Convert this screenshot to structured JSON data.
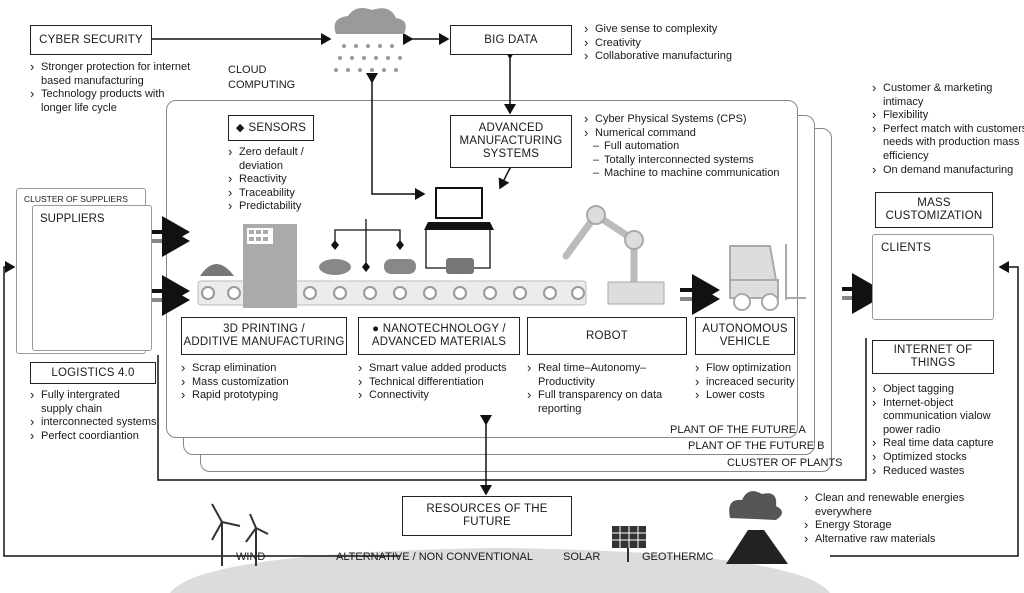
{
  "cyber_security": {
    "title": "CYBER SECURITY",
    "items": [
      "Stronger protection for internet",
      "based manufacturing",
      "Technology products with",
      "longer life cycle"
    ]
  },
  "cloud": {
    "label_1": "CLOUD",
    "label_2": "COMPUTING"
  },
  "big_data": {
    "title": "BIG DATA",
    "items": [
      "Give sense to complexity",
      "Creativity",
      "Collaborative manufacturing"
    ]
  },
  "customer": {
    "items": [
      "Customer & marketing",
      "intimacy",
      "Flexibility",
      "Perfect match with customers",
      "needs with production mass",
      "efficiency",
      "On demand manufacturing"
    ]
  },
  "mass_customization": {
    "line_1": "MASS",
    "line_2": "CUSTOMIZATION"
  },
  "clients": {
    "title": "CLIENTS"
  },
  "sensors": {
    "title": "SENSORS",
    "items": [
      "Zero default /",
      "deviation",
      "Reactivity",
      "Traceability",
      "Predictability"
    ]
  },
  "advanced_manufacturing": {
    "line_1": "ADVANCED",
    "line_2": "MANUFACTURING",
    "line_3": "SYSTEMS",
    "items": [
      "Cyber Physical Systems (CPS)",
      "Numerical command",
      "Full automation",
      "Totally interconnected systems",
      "Machine to machine communication"
    ]
  },
  "suppliers": {
    "cluster_label": "CLUSTER OF SUPPLIERS",
    "title": "SUPPLIERS"
  },
  "logistics": {
    "title": "LOGISTICS 4.0",
    "items": [
      "Fully intergrated",
      "supply chain",
      "interconnected systems",
      "Perfect coordiantion"
    ]
  },
  "printing": {
    "line_1": "3D PRINTING /",
    "line_2": "ADDITIVE MANUFACTURING",
    "items": [
      "Scrap elimination",
      "Mass customization",
      "Rapid prototyping"
    ]
  },
  "nano": {
    "line_1": "NANOTECHNOLOGY /",
    "line_2": "ADVANCED MATERIALS",
    "items": [
      "Smart value added products",
      "Technical differentiation",
      "Connectivity"
    ]
  },
  "robot": {
    "title": "ROBOT",
    "items": [
      "Real time–Autonomy–",
      "Productivity",
      "Full transparency on data",
      "reporting"
    ]
  },
  "vehicle": {
    "line_1": "AUTONOMOUS",
    "line_2": "VEHICLE",
    "items": [
      "Flow optimization",
      "increaced security",
      "Lower costs"
    ]
  },
  "iot": {
    "title": "INTERNET OF THINGS",
    "items": [
      "Object tagging",
      "Internet-object",
      "communication vialow",
      "power radio",
      "Real time data capture",
      "Optimized stocks",
      "Reduced wastes"
    ]
  },
  "plants": {
    "a": "PLANT OF THE FUTURE A",
    "b": "PLANT OF THE FUTURE B",
    "cluster": "CLUSTER OF PLANTS"
  },
  "resources": {
    "title": "RESOURCES OF THE FUTURE",
    "items": [
      "Clean and renewable energies",
      "everywhere",
      "Energy Storage",
      "Alternative raw materials"
    ]
  },
  "energy": {
    "wind": "WIND",
    "alternative": "ALTERNATIVE / NON CONVENTIONAL",
    "solar": "SOLAR",
    "geothermal": "GEOTHERMC"
  }
}
